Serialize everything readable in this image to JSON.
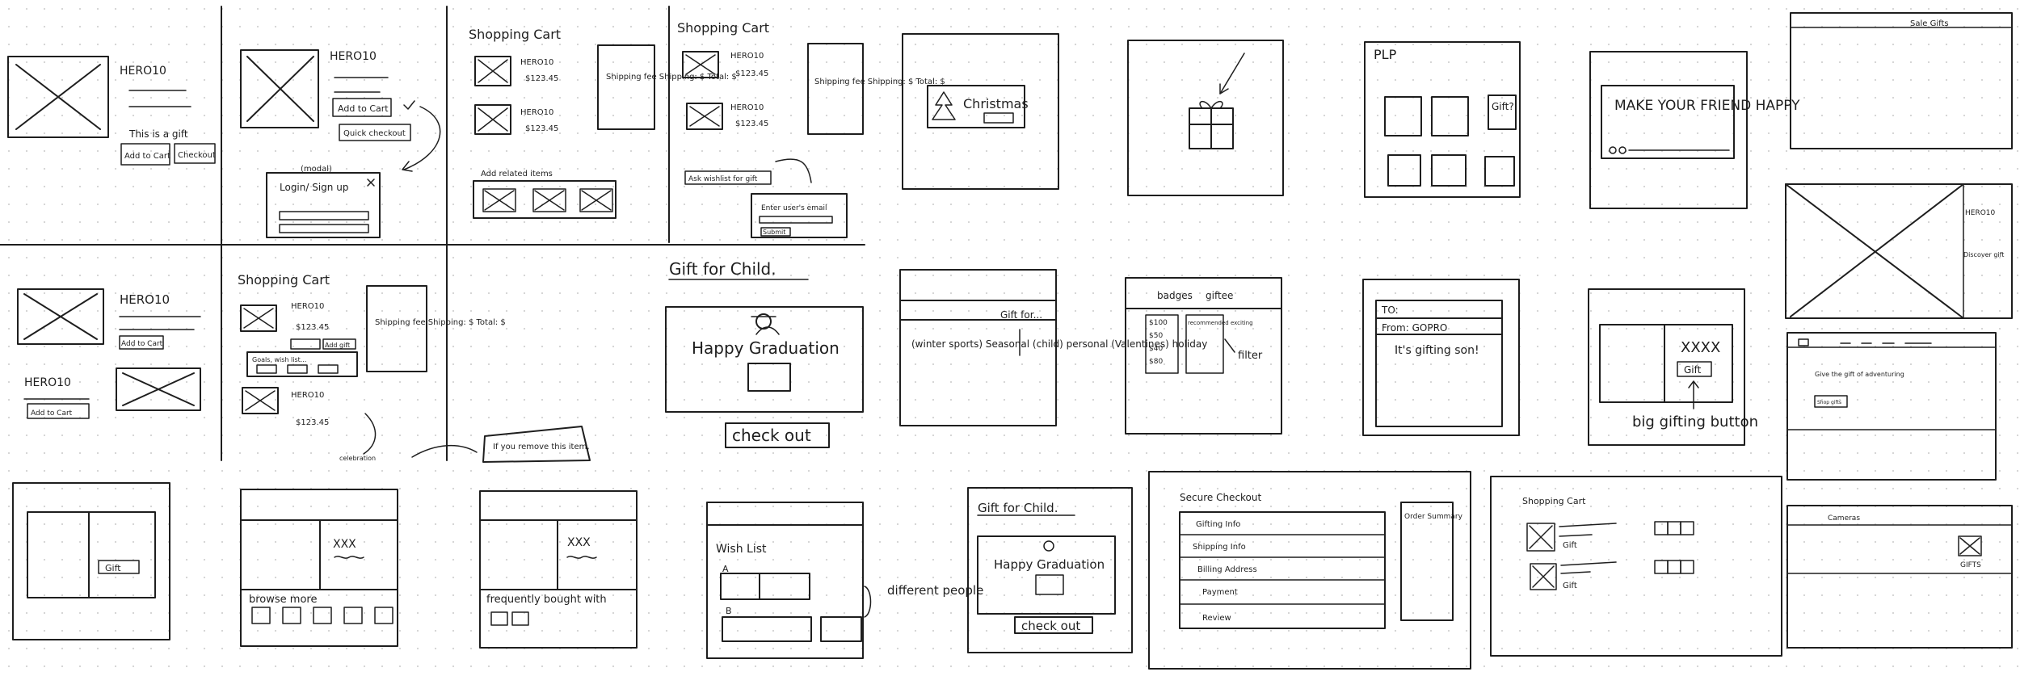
{
  "colors": {
    "ink": "#1e1e1e",
    "paper": "#ffffff",
    "dot": "#d6d6d6"
  },
  "left": {
    "hero": "HERO10",
    "this_is_gift": "This is a gift",
    "add_to_cart": "Add to Cart",
    "checkout": "Checkout",
    "quick_checkout": "Quick checkout",
    "modal": "(modal)",
    "login": "Login/ Sign up",
    "shopping_cart": "Shopping Cart",
    "price": "$123.45",
    "summary": "Shipping fee\nShipping: $\nTotal: $",
    "add_related": "Add related items",
    "ask_wishlist": "Ask wishlist for gift",
    "enter_email": "Enter user's email",
    "submit": "Submit",
    "add_gift": "Add gift",
    "goal_wishlist": "Goals, wish list...",
    "if_you_remove": "If you remove this item,",
    "celebration": "celebration",
    "gift_for_child": "Gift for Child.",
    "happy_graduation": "Happy Graduation",
    "check_out": "check out"
  },
  "middle": {
    "christmas": "Christmas",
    "plp": "PLP",
    "gift_q": "Gift?",
    "make_your_friend_happy": "MAKE YOUR FRIEND HAPPY",
    "gifts_for": "Gift for...",
    "categories": "(winter sports) Seasonal (child) personal (Valentines) holiday",
    "badges": "badges",
    "giftee": "giftee",
    "prices": [
      "$100",
      "$50",
      "$40",
      "$80"
    ],
    "recommended": "recommended exciting",
    "filter": "filter",
    "to": "TO:",
    "from": "From: GOPRO",
    "gifting_msg": "It's gifting son!",
    "xxxx": "XXXX",
    "gift": "Gift",
    "big_gifting_button": "big gifting button"
  },
  "bottom": {
    "gift_btn": "Gift",
    "xxx": "XXX",
    "browse_more": "browse more",
    "frequently_bought": "frequently bought with",
    "wish_list": "Wish List",
    "a": "A",
    "b": "B",
    "different_people": "different people",
    "secure_checkout": "Secure Checkout",
    "checkout_steps": [
      "Gifting Info",
      "Shipping Info",
      "Billing Address",
      "Payment",
      "Review"
    ],
    "order_summary": "Order Summary",
    "shopping_cart": "Shopping Cart",
    "gift": "Gift"
  },
  "right": {
    "sale_gifts": "Sale Gifts",
    "hero": "HERO10",
    "discover_gift": "Discover gift",
    "give_gift": "Give the gift of adventuring",
    "shop_gifts": "Shop gifts",
    "cameras": "Cameras",
    "gifts": "GIFTS"
  }
}
